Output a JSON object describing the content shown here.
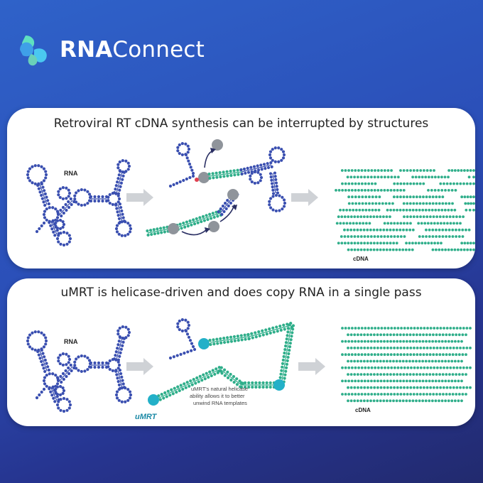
{
  "brand": {
    "name_bold": "RNA",
    "name_regular": "Connect"
  },
  "colors": {
    "rna": "#3a4fb0",
    "cdna": "#2fae8a",
    "enzyme": "#8f949b",
    "umrt": "#23b0c8",
    "block": "#e04050"
  },
  "panel1": {
    "title": "Retroviral RT cDNA synthesis can be interrupted by structures",
    "rna_label": "RNA",
    "cdna_label": "cDNA"
  },
  "panel2": {
    "title": "uMRT is helicase-driven and does copy RNA in a single pass",
    "rna_label": "RNA",
    "cdna_label": "cDNA",
    "note": [
      "uMRT's natural helicase",
      "ability allows it to better",
      "unwind RNA templates"
    ],
    "enzyme_label": "uMRT"
  }
}
